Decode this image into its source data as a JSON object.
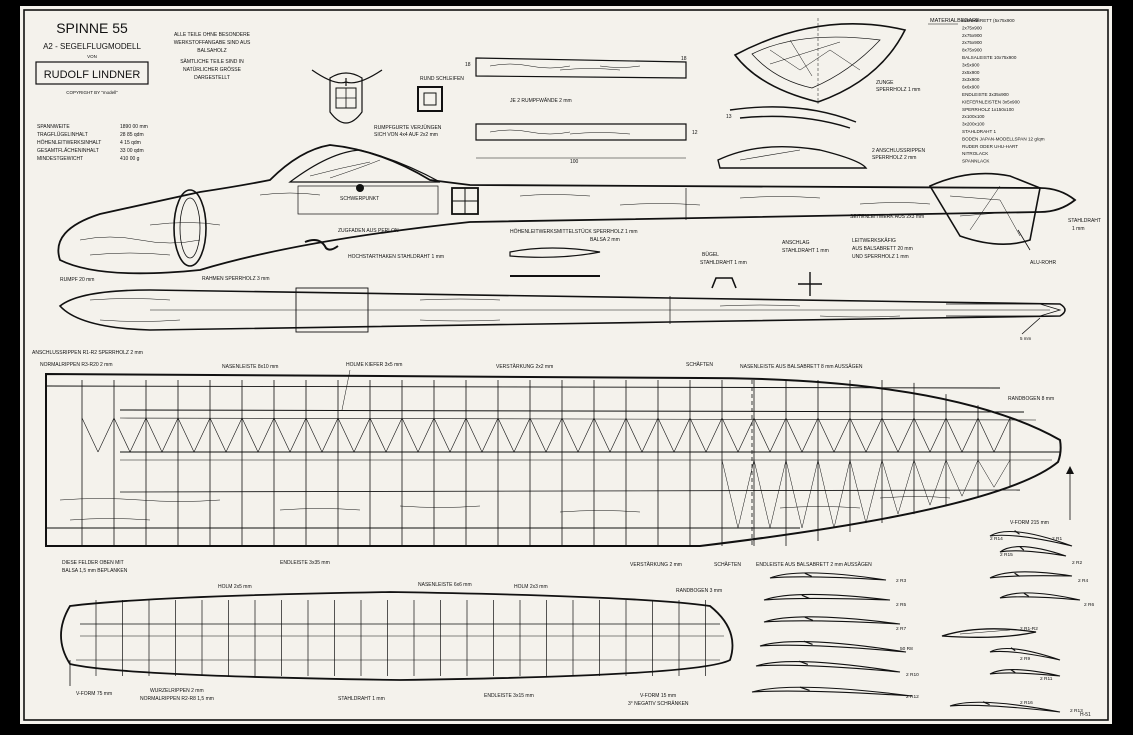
{
  "title_block": {
    "title": "SPINNE 55",
    "subtitle": "A2 - SEGELFLUGMODELL",
    "von": "VON",
    "designer": "RUDOLF LINDNER",
    "copyright": "COPYRIGHT BY \"modell\""
  },
  "specs": [
    {
      "label": "SPANNWEITE",
      "value": "1890 00 mm"
    },
    {
      "label": "TRAGFLÜGELINHALT",
      "value": "28 85 qdm"
    },
    {
      "label": "HÖHENLEITWERKSINHALT",
      "value": "4 15 qdm"
    },
    {
      "label": "GESAMTFLÄCHENINHALT",
      "value": "33 00 qdm"
    },
    {
      "label": "MINDESTGEWICHT",
      "value": "410 00 g"
    }
  ],
  "notes": {
    "note1": [
      "ALLE TEILE OHNE BESONDERE",
      "WERKSTOFFANGABE SIND AUS",
      "BALSAHOLZ"
    ],
    "note2": [
      "SÄMTLICHE TEILE SIND IN",
      "NATÜRLICHER GRÖSSE",
      "DARGESTELLT"
    ]
  },
  "labels": {
    "rund_schleifen": "RUND SCHLEIFEN",
    "rumpfgurte": [
      "RUMPFGURTE VERJÜNGEN",
      "SICH VON 4x4 AUF 2x2 mm"
    ],
    "rumpfwaende": "JE 2 RUMPFWÄNDE 2 mm",
    "dim_18": "18",
    "dim_12": "12",
    "dim_100": "100",
    "zunge": [
      "ZUNGE",
      "SPERRHOLZ 1 mm"
    ],
    "anschlussrippen_top": [
      "2 ANSCHLUSSRIPPEN",
      "SPERRHOLZ 2 mm"
    ],
    "schwerpunkt": "SCHWERPUNKT",
    "zugfaden": "ZUGFADEN AUS PERLON",
    "hochstarthaken": "HOCHSTARTHAKEN STAHLDRAHT 1 mm",
    "rahmen": "RAHMEN SPERRHOLZ 3 mm",
    "rumpf": "RUMPF 20 mm",
    "hoehenleitwerk": [
      "HÖHENLEITWERKSMITTELSTÜCK SPERRHOLZ 1 mm",
      "BALSA 2 mm"
    ],
    "buegel": [
      "BÜGEL",
      "STAHLDRAHT 1 mm"
    ],
    "anschlag": [
      "ANSCHLAG",
      "STAHLDRAHT 1 mm"
    ],
    "seitenleitwerk": "SEITENLEITWERK AUS 2x3 mm",
    "leitwerkskaefig": [
      "LEITWERKSKÄFIG",
      "AUS BALSABRETT 20 mm",
      "UND SPERRHOLZ 1 mm"
    ],
    "stahldraht_tail": [
      "STAHLDRAHT",
      "1 mm"
    ],
    "alu_rohr": "ALU-ROHR",
    "anschlussrippen_wing": "ANSCHLUSSRIPPEN R1-R2 SPERRHOLZ 2 mm",
    "normalrippen": "NORMALRIPPEN R3-R20 2 mm",
    "nasenleiste": "NASENLEISTE 8x10 mm",
    "holme": "HOLME KIEFER 3x5 mm",
    "verstaerkung_top": "VERSTÄRKUNG 2x2 mm",
    "schaften_top": "SCHÄFTEN",
    "nasenleiste_balsa": "NASENLEISTE AUS BALSABRETT 8 mm AUSSÄGEN",
    "randbogen_wing": "RANDBOGEN 8 mm",
    "diese_felder": [
      "DIESE FELDER OBEN MIT",
      "BALSA 1,5 mm BEPLANKEN"
    ],
    "endleiste": "ENDLEISTE 3x35 mm",
    "verstaerkung_bottom": "VERSTÄRKUNG 2 mm",
    "schaften_bottom": "SCHÄFTEN",
    "endleiste_balsa": "ENDLEISTE AUS BALSABRETT 2 mm AUSSÄGEN",
    "v_form_wing": "V-FORM 215 mm",
    "holm_stab": "HOLM 2x5 mm",
    "nasenleiste_stab": "NASENLEISTE 6x6 mm",
    "holm_stab2": "HOLM 2x3 mm",
    "randbogen_stab": "RANDBOGEN 3 mm",
    "v_form_stab_left": "V-FORM 75 mm",
    "wurzelrippen": "WURZELRIPPEN 2 mm",
    "normalrippen_stab": "NORMALRIPPEN R2-R8 1,5 mm",
    "stahldraht_stab": "STAHLDRAHT 1 mm",
    "endleiste_stab": "ENDLEISTE 3x15 mm",
    "v_form_stab_right": [
      "V-FORM 15 mm",
      "3° NEGATIV SCHRÄNKEN"
    ],
    "sheet_id": "H-51"
  },
  "material": {
    "heading": "MATERIALBEDARF",
    "rows": [
      "BALSABRETT (5x75x900",
      "2x75x900",
      "2x75x900",
      "2x75x900",
      "8x75x900",
      "BALSALEISTE 10x75x900",
      "3x5x900",
      "2x5x900",
      "3x3x900",
      "6x6x900",
      "ENDLEISTE 3x35x900",
      "KIEFERNLEISTEN 3x5x900",
      "SPERRHOLZ 1x150x100",
      "2x100x100",
      "3x200x100",
      "STAHLDRAHT 1",
      "BODEN JAPAN-MODELLSPAN 12 g/qm",
      "RUDER ODER UHU-HART",
      "NITROLACK",
      "SPANNLACK"
    ]
  },
  "rib_labels": [
    "2 R1",
    "2 R2",
    "2 R3",
    "2 R4",
    "2 R5",
    "2 R6",
    "2 R7",
    "50 R8",
    "2 R9",
    "2 R10",
    "2 R11",
    "2 R12",
    "2 R13",
    "2 R14",
    "2 R15",
    "2 R1-R2",
    "2 R16"
  ],
  "colors": {
    "paper": "#f4f2ec",
    "ink": "#111111",
    "background": "#000000"
  }
}
